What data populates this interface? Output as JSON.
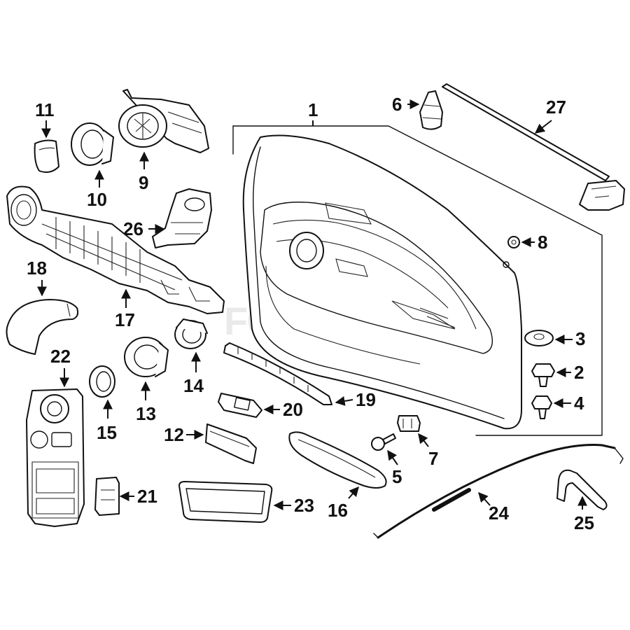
{
  "watermark": "FCPEURO",
  "callouts": {
    "c1": "1",
    "c2": "2",
    "c3": "3",
    "c4": "4",
    "c5": "5",
    "c6": "6",
    "c7": "7",
    "c8": "8",
    "c9": "9",
    "c10": "10",
    "c11": "11",
    "c12": "12",
    "c13": "13",
    "c14": "14",
    "c15": "15",
    "c16": "16",
    "c17": "17",
    "c18": "18",
    "c19": "19",
    "c20": "20",
    "c21": "21",
    "c22": "22",
    "c23": "23",
    "c24": "24",
    "c25": "25",
    "c26": "26",
    "c27": "27"
  }
}
